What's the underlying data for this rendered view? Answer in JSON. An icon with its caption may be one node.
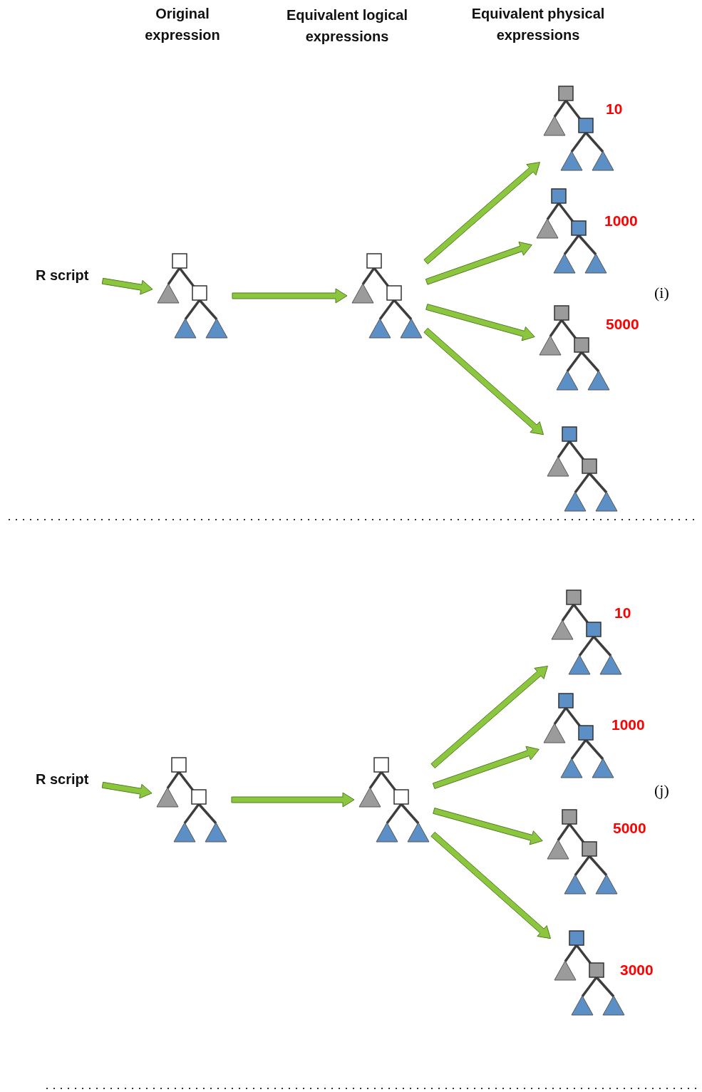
{
  "diagram": {
    "nodes": [
      {
        "text": [
          "R script"
        ]
      },
      {
        "text": [],
        "shape": "picture"
      },
      {
        "text": [],
        "shape": "picture"
      },
      {
        "text": [],
        "shape": "picture",
        "beside": [
          "10"
        ]
      },
      {
        "text": [],
        "shape": "picture",
        "beside": [
          "1000"
        ]
      },
      {
        "text": [],
        "shape": "picture",
        "beside": [
          "5000"
        ]
      },
      {
        "text": [],
        "shape": "picture"
      },
      {
        "text": [
          "R script"
        ]
      },
      {
        "text": [],
        "shape": "picture"
      },
      {
        "text": [],
        "shape": "picture"
      },
      {
        "text": [],
        "shape": "picture",
        "beside": [
          "10"
        ]
      },
      {
        "text": [],
        "shape": "picture",
        "beside": [
          "1000"
        ]
      },
      {
        "text": [],
        "shape": "picture",
        "beside": [
          "5000"
        ]
      },
      {
        "text": [],
        "shape": "picture",
        "beside": [
          "3000"
        ]
      }
    ],
    "edges": [
      {
        "from": 0,
        "to": 1,
        "arrow": "to"
      },
      {
        "from": 1,
        "to": 2,
        "arrow": "to"
      },
      {
        "from": 2,
        "to": 3,
        "arrow": "to"
      },
      {
        "from": 2,
        "to": 4,
        "arrow": "to"
      },
      {
        "from": 2,
        "to": 5,
        "arrow": "to"
      },
      {
        "from": 2,
        "to": 6,
        "arrow": "to"
      },
      {
        "from": 7,
        "to": 8,
        "arrow": "to"
      },
      {
        "from": 8,
        "to": 9,
        "arrow": "to"
      },
      {
        "from": 9,
        "to": 10,
        "arrow": "to"
      },
      {
        "from": 9,
        "to": 11,
        "arrow": "to"
      },
      {
        "from": 9,
        "to": 12,
        "arrow": "to"
      },
      {
        "from": 9,
        "to": 13,
        "arrow": "to"
      }
    ],
    "labels": [
      "Original expression",
      "Equivalent logical expressions",
      "Equivalent physical expressions",
      "(i)",
      "(j)"
    ]
  }
}
